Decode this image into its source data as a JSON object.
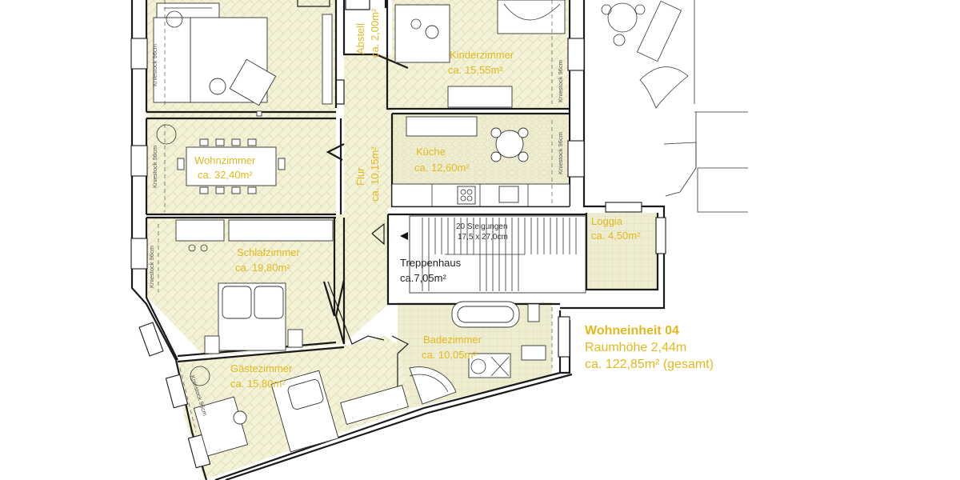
{
  "rooms": {
    "wohnzimmer": {
      "name": "Wohnzimmer",
      "area": "ca. 32,40m²"
    },
    "kinderzimmer": {
      "name": "Kinderzimmer",
      "area": "ca. 15,55m²"
    },
    "abstell": {
      "name": "Abstell",
      "area": "ca. 2,00m²"
    },
    "kueche": {
      "name": "Küche",
      "area": "ca. 12,60m²"
    },
    "flur": {
      "name": "Flur",
      "area": "ca. 10,15m²"
    },
    "schlafzimmer": {
      "name": "Schlafzimmer",
      "area": "ca. 19,80m²"
    },
    "treppenhaus": {
      "name": "Treppenhaus",
      "area": "ca.7,05m²"
    },
    "loggia": {
      "name": "Loggia",
      "area": "ca. 4,50m²"
    },
    "badezimmer": {
      "name": "Badezimmer",
      "area": "ca. 10,05m²"
    },
    "gaestezimmer": {
      "name": "Gästezimmer",
      "area": "ca. 15,80m²"
    }
  },
  "stairs": {
    "line1": "20 Steigungen",
    "line2": "17,5 x 27,0cm"
  },
  "kniestock": {
    "label": "Kniestock 96cm"
  },
  "unit": {
    "title": "Wohneinheit 04",
    "height": "Raumhöhe 2,44m",
    "total": "ca. 122,85m² (gesamt)"
  },
  "colors": {
    "accent": "#e3b81e",
    "floor": "#f3f1d6",
    "tile": "#efedd0"
  }
}
